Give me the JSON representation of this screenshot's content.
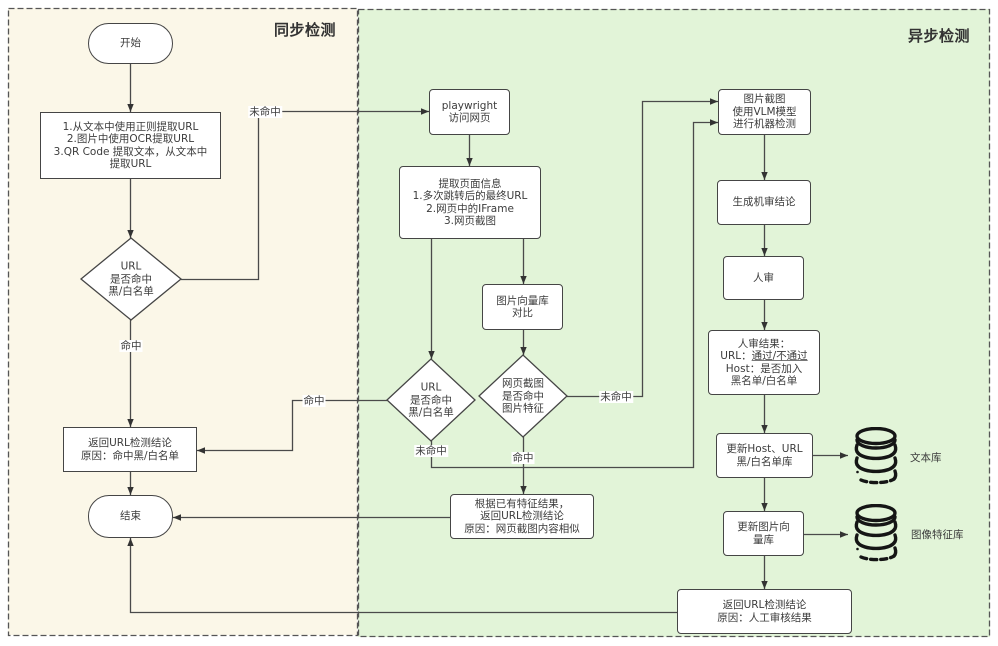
{
  "diagram": {
    "panels": {
      "sync": {
        "title": "同步检测"
      },
      "async": {
        "title": "异步检测"
      }
    },
    "sync_flow": {
      "start": {
        "label": "开始"
      },
      "extract_url": {
        "lines": [
          "1.从文本中使用正则提取URL",
          "2.图片中使用OCR提取URL",
          "3.QR Code 提取文本，从文本中",
          "提取URL"
        ]
      },
      "blacklist_decision": {
        "lines": [
          "URL",
          "是否命中",
          "黑/白名单"
        ]
      },
      "return_result": {
        "lines": [
          "返回URL检测结论",
          "原因：命中黑/白名单"
        ]
      },
      "end": {
        "label": "结束"
      }
    },
    "async_flow": {
      "playwright": {
        "lines": [
          "playwright",
          "访问网页"
        ]
      },
      "page_info": {
        "lines": [
          "提取页面信息",
          "1.多次跳转后的最终URL",
          "2.网页中的IFrame",
          "3.网页截图"
        ]
      },
      "vector_compare": {
        "lines": [
          "图片向量库",
          "对比"
        ]
      },
      "url_decision": {
        "lines": [
          "URL",
          "是否命中",
          "黑/白名单"
        ]
      },
      "image_decision": {
        "lines": [
          "网页截图",
          "是否命中",
          "图片特征"
        ]
      },
      "feature_result": {
        "lines": [
          "根据已有特征结果，",
          "返回URL检测结论",
          "原因：网页截图内容相似"
        ]
      },
      "vlm_check": {
        "lines": [
          "图片截图",
          "使用VLM模型",
          "进行机器检测"
        ]
      },
      "machine_conclusion": {
        "label": "生成机审结论"
      },
      "manual_review": {
        "label": "人审"
      },
      "manual_result": {
        "title": "人审结果：",
        "url_prefix": "URL：",
        "url_value": "通过/不通过",
        "host_line": "Host：是否加入",
        "list_line": "黑名单/白名单"
      },
      "update_lists": {
        "lines": [
          "更新Host、URL",
          "黑/白名单库"
        ]
      },
      "update_vector": {
        "lines": [
          "更新图片向",
          "量库"
        ]
      },
      "manual_return": {
        "lines": [
          "返回URL检测结论",
          "原因：人工审核结果"
        ]
      }
    },
    "databases": [
      {
        "label": "文本库",
        "icon": "database-icon"
      },
      {
        "label": "图像特征库",
        "icon": "database-icon"
      }
    ],
    "edge_labels": {
      "sync_miss": "未命中",
      "sync_hit": "命中",
      "url_hit": "命中",
      "url_miss": "未命中",
      "image_miss": "未命中",
      "image_hit": "命中"
    },
    "colors": {
      "sync_panel_bg": "#fbf7e8",
      "async_panel_bg": "#e2f4d8",
      "node_fill": "#ffffff",
      "stroke": "#454545"
    }
  }
}
